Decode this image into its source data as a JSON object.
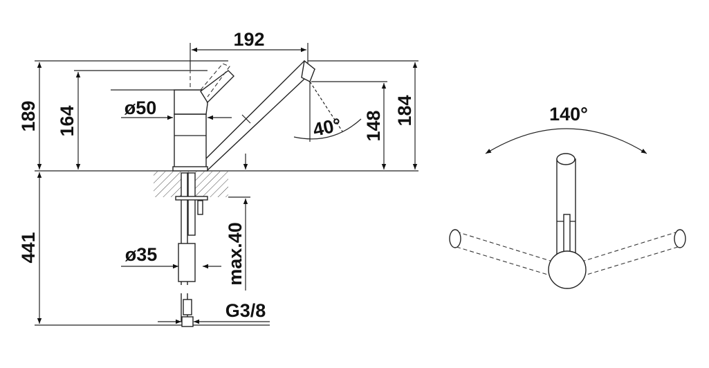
{
  "side_view": {
    "dimensions": {
      "spout_reach": "192",
      "total_height": "189",
      "lever_height": "164",
      "body_diameter": "ø50",
      "spout_angle": "40°",
      "outlet_height": "148",
      "spout_height": "184",
      "hose_length": "441",
      "hole_diameter": "ø35",
      "max_thickness": "max.40",
      "connection": "G3/8"
    }
  },
  "top_view": {
    "swivel_angle": "140°"
  },
  "colors": {
    "line": "#222222",
    "background": "#ffffff"
  }
}
